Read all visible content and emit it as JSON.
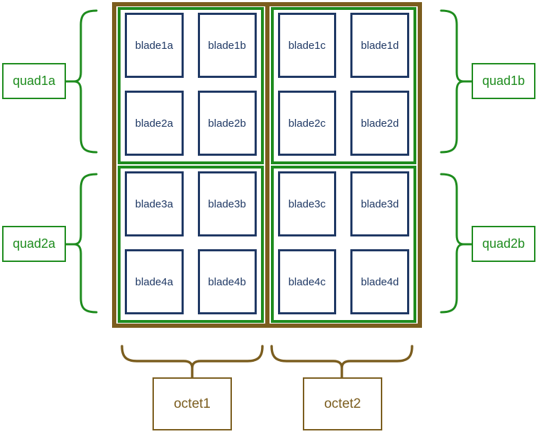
{
  "grid": {
    "octets": [
      {
        "label": "octet1",
        "quads": [
          {
            "label": "quad1a",
            "blades": [
              "blade1a",
              "blade1b",
              "blade2a",
              "blade2b"
            ]
          },
          {
            "label": "quad2a",
            "blades": [
              "blade3a",
              "blade3b",
              "blade4a",
              "blade4b"
            ]
          }
        ]
      },
      {
        "label": "octet2",
        "quads": [
          {
            "label": "quad1b",
            "blades": [
              "blade1c",
              "blade1d",
              "blade2c",
              "blade2d"
            ]
          },
          {
            "label": "quad2b",
            "blades": [
              "blade3c",
              "blade3d",
              "blade4c",
              "blade4d"
            ]
          }
        ]
      }
    ]
  },
  "colors": {
    "blade_border": "#1F3864",
    "blade_text": "#1F3864",
    "quad_border": "#1E8C1E",
    "quad_text": "#1E8C1E",
    "octet_border": "#7B5D1E",
    "octet_text": "#7B5D1E",
    "background": "#FFFFFF"
  }
}
